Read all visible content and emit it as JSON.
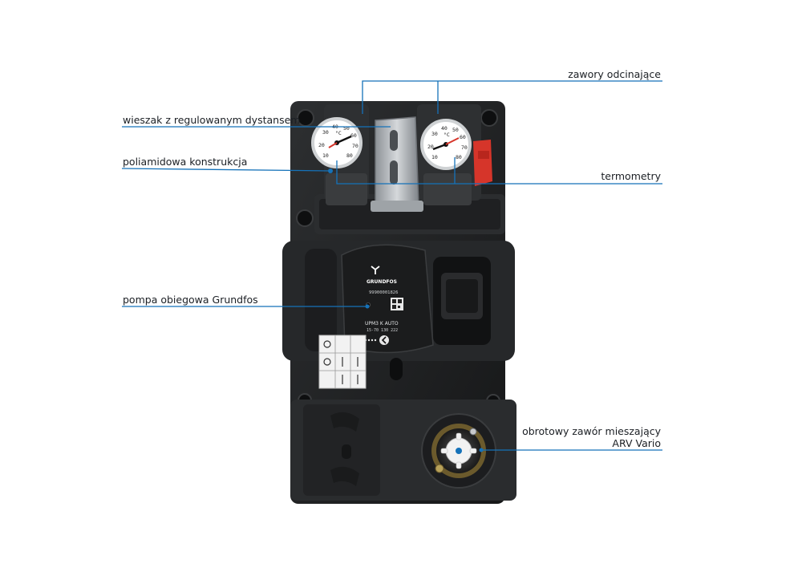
{
  "labels": {
    "zawory": "zawory odcinające",
    "wieszak": "wieszak z regulowanym dystansem",
    "poliamid": "poliamidowa konstrukcja",
    "termometry": "termometry",
    "pompa": "pompa obiegowa Grundfos",
    "zawor_line1": "obrotowy zawór mieszający",
    "zawor_line2": "ARV Vario"
  },
  "pump_text": {
    "brand": "GRUNDFOS",
    "serial": "99900001826",
    "model": "UPM3 K AUTO",
    "model_code": "15-70 130 222"
  },
  "thermometer": {
    "unit": "°C",
    "scale": [
      "10",
      "20",
      "30",
      "40",
      "50",
      "60",
      "70",
      "80"
    ]
  },
  "colors": {
    "leader": "#1572b9",
    "housing": "#232526",
    "valve_handle": "#d6352a",
    "bracket": "#b8bcc0"
  }
}
